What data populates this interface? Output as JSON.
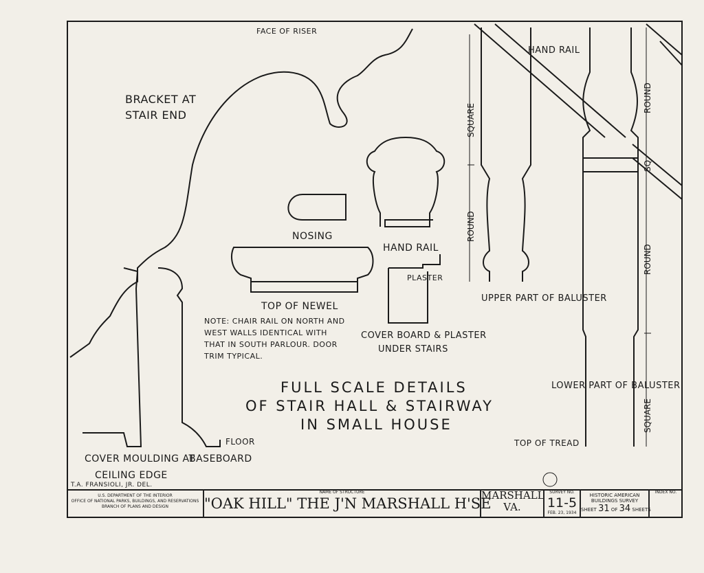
{
  "labels": {
    "face_of_riser": "FACE OF RISER",
    "bracket_1": "BRACKET AT",
    "bracket_2": "STAIR END",
    "hand_rail_top": "HAND RAIL",
    "nosing": "NOSING",
    "hand_rail": "HAND RAIL",
    "plaster": "PLASTER",
    "top_of_newel": "TOP OF NEWEL",
    "note_1": "NOTE: CHAIR RAIL ON NORTH AND",
    "note_2": "WEST WALLS IDENTICAL WITH",
    "note_3": "THAT IN SOUTH PARLOUR. DOOR",
    "note_4": "TRIM TYPICAL.",
    "cover_board_1": "COVER BOARD & PLASTER",
    "cover_board_2": "UNDER STAIRS",
    "upper_baluster": "UPPER PART OF BALUSTER",
    "lower_baluster": "LOWER PART OF BALUSTER",
    "top_of_tread": "TOP OF TREAD",
    "floor": "FLOOR",
    "cover_moulding_1": "COVER MOULDING AT",
    "cover_moulding_2": "CEILING EDGE",
    "baseboard": "BASEBOARD",
    "square_upper": "SQUARE",
    "round_upper": "ROUND",
    "round_right_top": "ROUND",
    "sq_right": "SQ.",
    "round_right_mid": "ROUND",
    "square_right_bottom": "SQUARE",
    "delineator": "T.A. FRANSIOLI, JR. DEL."
  },
  "title": {
    "line1": "FULL SCALE DETAILS",
    "line2": "OF STAIR HALL & STAIRWAY",
    "line3": "IN SMALL HOUSE"
  },
  "title_block": {
    "dept_1": "U.S. DEPARTMENT OF THE INTERIOR",
    "dept_2": "OFFICE OF NATIONAL PARKS, BUILDINGS, AND RESERVATIONS",
    "dept_3": "BRANCH OF PLANS AND DESIGN",
    "name_label": "NAME OF STRUCTURE",
    "name": "\"OAK HILL\" THE J'N MARSHALL H'SE",
    "location_1": "MARSHALL",
    "location_2": "VA.",
    "survey_label": "SURVEY NO.",
    "survey_no": "11-5",
    "date": "FEB. 23, 1934",
    "habs_1": "HISTORIC AMERICAN",
    "habs_2": "BUILDINGS SURVEY",
    "sheet_prefix": "SHEET",
    "sheet": "31",
    "of": "OF",
    "total": "34",
    "sheets_suffix": "SHEETS",
    "index_label": "INDEX NO."
  }
}
